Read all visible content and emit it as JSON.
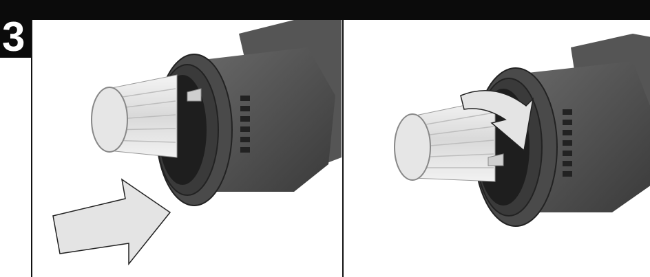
{
  "step": {
    "number": "3"
  },
  "panels": [
    {
      "id": "insert",
      "illustration": "filter-insertion"
    },
    {
      "id": "rotate",
      "illustration": "filter-rotation"
    }
  ],
  "icons": {
    "push": "push-arrow-icon",
    "rotate": "rotate-arrow-icon"
  }
}
